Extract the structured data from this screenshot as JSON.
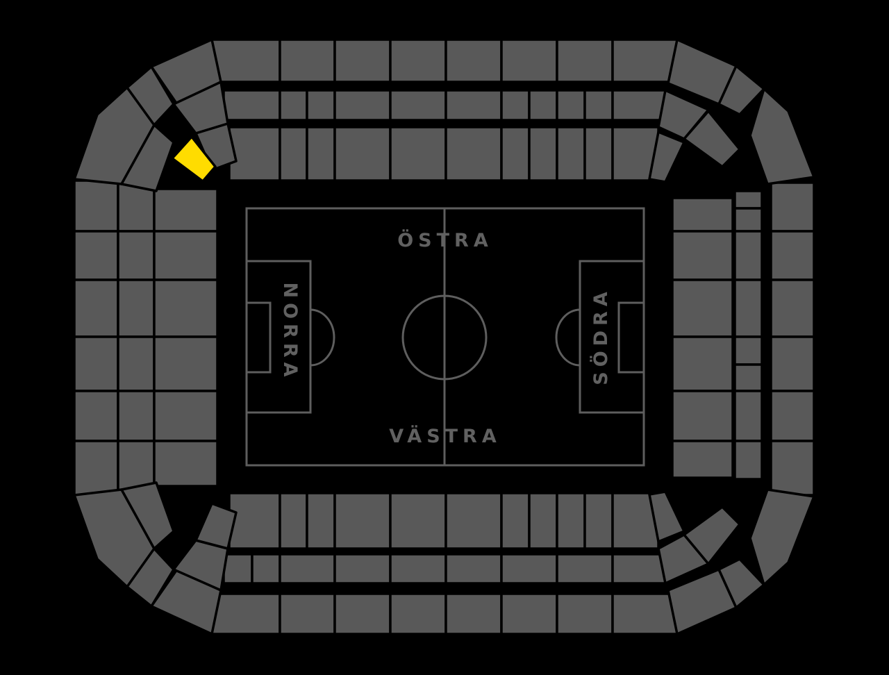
{
  "map": {
    "stands": {
      "ostra": "ÖSTRA",
      "vastra": "VÄSTRA",
      "norra": "NORRA",
      "sodra": "SÖDRA"
    },
    "colors": {
      "background": "#000000",
      "section": "#595959",
      "selected": "#ffdc00",
      "pitch_lines": "#5e5e5e",
      "labels": "#616161"
    },
    "selected_section": "upper-northwest-corner section (highlighted yellow)"
  }
}
